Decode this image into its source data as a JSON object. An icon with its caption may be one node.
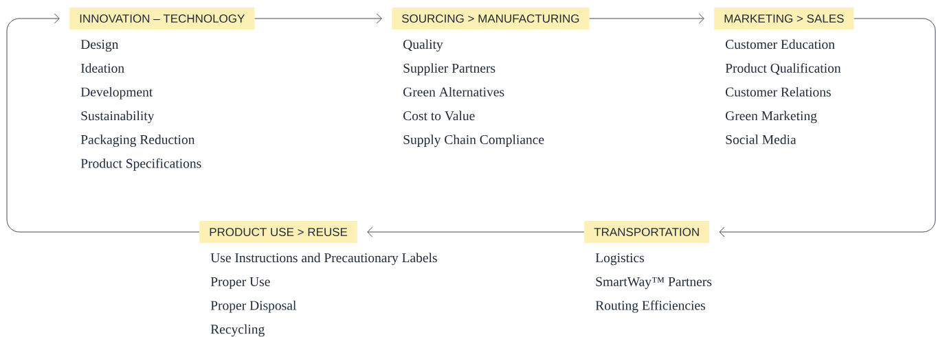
{
  "diagram": {
    "nodes": [
      {
        "text": [
          "INNOVATION – TECHNOLOGY"
        ],
        "beside": [
          "Design",
          "Ideation",
          "Development",
          "Sustainability",
          "Packaging Reduction",
          "Product Specifications"
        ]
      },
      {
        "text": [
          "SOURCING > MANUFACTURING"
        ],
        "beside": [
          "Quality",
          "Supplier Partners",
          "Green Alternatives",
          "Cost to Value",
          "Supply Chain Compliance"
        ]
      },
      {
        "text": [
          "MARKETING > SALES"
        ],
        "beside": [
          "Customer Education",
          "Product Qualification",
          "Customer Relations",
          "Green Marketing",
          "Social Media"
        ]
      },
      {
        "text": [
          "PRODUCT USE > REUSE"
        ],
        "beside": [
          "Use Instructions and Precautionary Labels",
          "Proper Use",
          "Proper Disposal",
          "Recycling"
        ]
      },
      {
        "text": [
          "TRANSPORTATION"
        ],
        "beside": [
          "Logistics",
          "SmartWay™ Partners",
          "Routing Efficiencies"
        ]
      }
    ],
    "edges": [
      {
        "from": 0,
        "to": 1,
        "arrow": "to"
      },
      {
        "from": 1,
        "to": 2,
        "arrow": "to"
      },
      {
        "from": 2,
        "to": 4,
        "arrow": "to"
      },
      {
        "from": 4,
        "to": 3,
        "arrow": "to"
      },
      {
        "from": 3,
        "to": 0,
        "arrow": "to"
      }
    ]
  }
}
